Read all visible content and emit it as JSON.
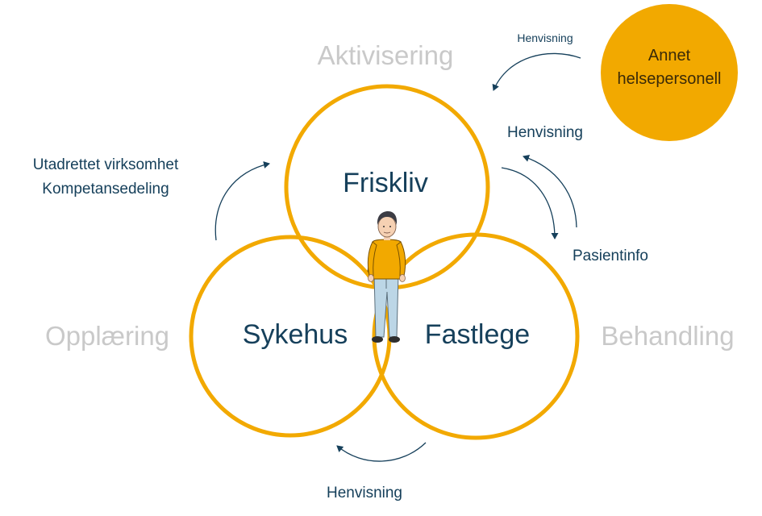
{
  "colors": {
    "ring": "#f2a900",
    "annet_fill": "#f2a900",
    "dark_text": "#16405b",
    "faded_text": "#c9c9c9",
    "arrow": "#16405b"
  },
  "circles": {
    "top": "Friskliv",
    "left": "Sykehus",
    "right": "Fastlege"
  },
  "domains": {
    "top": "Aktivisering",
    "left": "Opplæring",
    "right": "Behandling"
  },
  "external": {
    "annet_line1": "Annet",
    "annet_line2": "helsepersonell"
  },
  "flows": {
    "annet_to_friskliv": "Henvisning",
    "fastlege_to_friskliv": "Henvisning",
    "friskliv_to_fastlege": "Pasientinfo",
    "fastlege_to_sykehus": "Henvisning",
    "sykehus_to_friskliv_line1": "Utadrettet virksomhet",
    "sykehus_to_friskliv_line2": "Kompetansedeling"
  },
  "icons": {
    "center": "person-icon"
  }
}
